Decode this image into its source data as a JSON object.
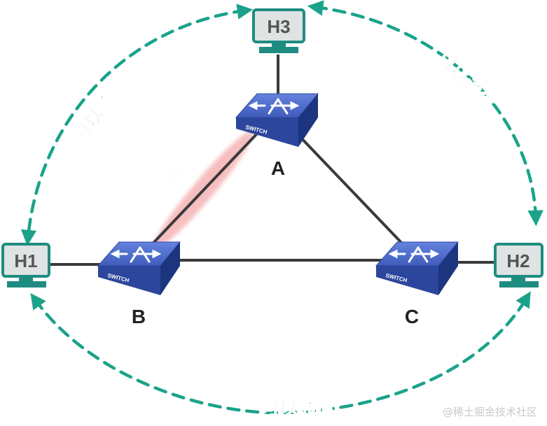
{
  "hosts": {
    "h1": "H1",
    "h2": "H2",
    "h3": "H3"
  },
  "switches": {
    "a": {
      "letter": "A",
      "text": "SWITCH"
    },
    "b": {
      "letter": "B",
      "text": "SWITCH"
    },
    "c": {
      "letter": "C",
      "text": "SWITCH"
    }
  },
  "labels": {
    "comm_left": "可以通信",
    "comm_right": "可以通信",
    "comm_bottom": "可以通信",
    "link_failure": "链路故障"
  },
  "watermark": "@稀土掘金技术社区",
  "colors": {
    "comm_arrow": "#1aa38a",
    "comm_text": "#1aa38a",
    "failure_text": "#e8474a",
    "failure_glow": "#f3a9a9",
    "switch_top": "#4a67c6",
    "switch_side": "#243f96",
    "host_frame": "#1e8c80",
    "link": "#3a3a3a"
  }
}
